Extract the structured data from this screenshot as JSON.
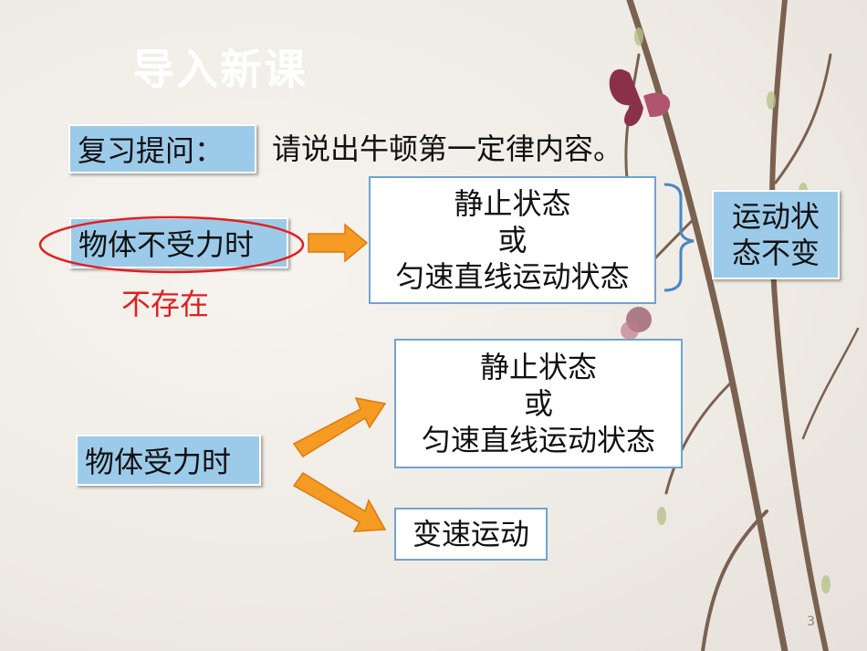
{
  "slide": {
    "title": "导入新课",
    "page_number": "3"
  },
  "review": {
    "label": "复习提问：",
    "question": "请说出牛顿第一定律内容。"
  },
  "no_force": {
    "label": "物体不受力时",
    "note": "不存在",
    "result_lines": [
      "静止状态",
      "或",
      "匀速直线运动状态"
    ],
    "summary_lines": [
      "运动状",
      "态不变"
    ]
  },
  "with_force": {
    "label": "物体受力时",
    "result_lines": [
      "静止状态",
      "或",
      "匀速直线运动状态"
    ],
    "second_result": "变速运动"
  },
  "colors": {
    "box_blue": "#9ccbea",
    "box_border": "#6fa3d3",
    "arrow_orange": "#f59a22",
    "ellipse_red": "#e02020"
  }
}
